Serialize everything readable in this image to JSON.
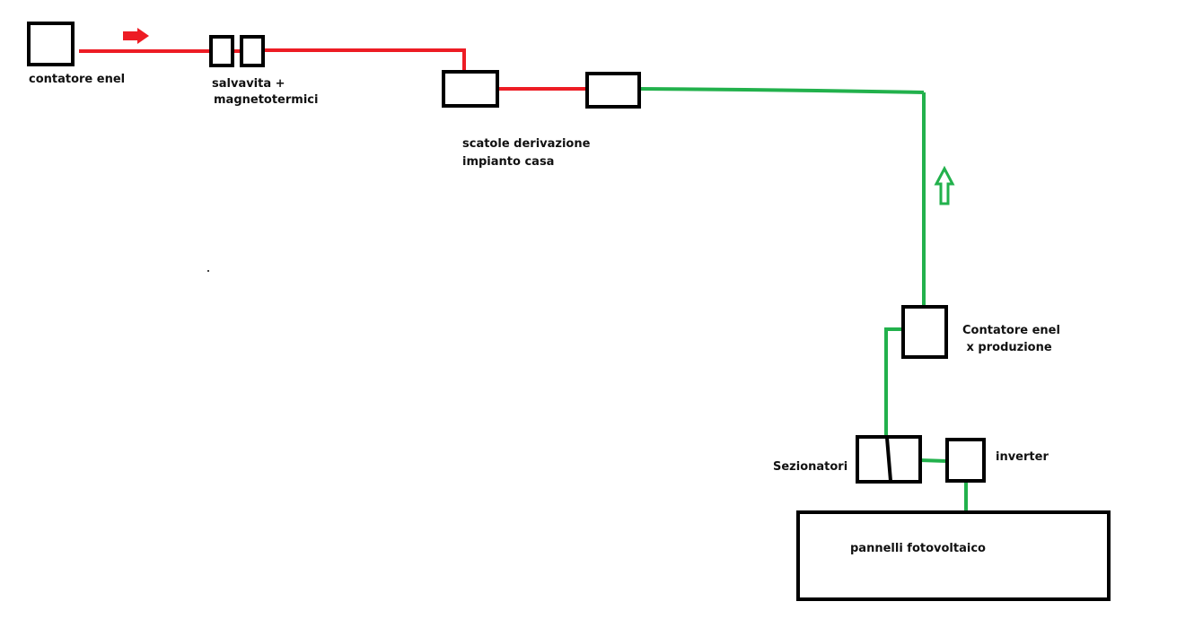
{
  "colors": {
    "background": "#ffffff",
    "outline": "#000000",
    "consumption_line": "#ed1c24",
    "production_line": "#22b14c",
    "text": "#111111"
  },
  "labels": {
    "contatore_enel": "contatore enel",
    "salvavita_line1": "salvavita +",
    "salvavita_line2": "magnetotermici",
    "scatole_line1": "scatole derivazione",
    "scatole_line2": "impianto casa",
    "contatore_prod_line1": "Contatore enel",
    "contatore_prod_line2": " x produzione",
    "sezionatori": "Sezionatori",
    "inverter": "inverter",
    "pannelli": "pannelli fotovoltaico"
  },
  "icons": {
    "flow_arrow_right": "arrow-right-icon",
    "flow_arrow_up": "arrow-up-icon"
  }
}
